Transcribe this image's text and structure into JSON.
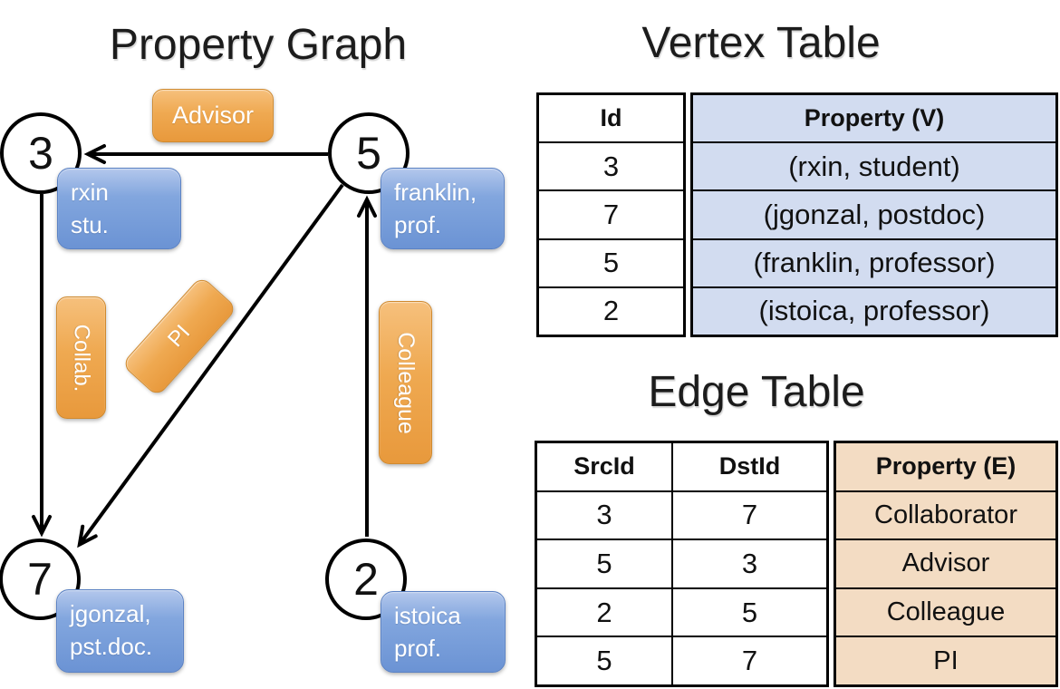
{
  "graph": {
    "title": "Property Graph",
    "vertices": [
      {
        "id": "3",
        "property_lines": [
          "rxin",
          "stu."
        ]
      },
      {
        "id": "5",
        "property_lines": [
          "franklin,",
          "prof."
        ]
      },
      {
        "id": "7",
        "property_lines": [
          "jgonzal,",
          "pst.doc."
        ]
      },
      {
        "id": "2",
        "property_lines": [
          "istoica",
          "prof."
        ]
      }
    ],
    "edge_labels": {
      "advisor": "Advisor",
      "collab": "Collab.",
      "pi": "PI",
      "colleague": "Colleague"
    }
  },
  "vertex_table": {
    "title": "Vertex Table",
    "columns": {
      "id": "Id",
      "property": "Property (V)"
    },
    "rows": [
      {
        "id": "3",
        "property": "(rxin, student)"
      },
      {
        "id": "7",
        "property": "(jgonzal, postdoc)"
      },
      {
        "id": "5",
        "property": "(franklin, professor)"
      },
      {
        "id": "2",
        "property": "(istoica, professor)"
      }
    ]
  },
  "edge_table": {
    "title": "Edge Table",
    "columns": {
      "src": "SrcId",
      "dst": "DstId",
      "property": "Property (E)"
    },
    "rows": [
      {
        "src": "3",
        "dst": "7",
        "property": "Collaborator"
      },
      {
        "src": "5",
        "dst": "3",
        "property": "Advisor"
      },
      {
        "src": "2",
        "dst": "5",
        "property": "Colleague"
      },
      {
        "src": "5",
        "dst": "7",
        "property": "PI"
      }
    ]
  },
  "colors": {
    "edge_label_fill": "#efa951",
    "vertex_property_fill": "#7da1dc",
    "vertex_table_fill": "#d2dcf0",
    "edge_table_fill": "#f3dcc3",
    "line_color": "#000000"
  }
}
